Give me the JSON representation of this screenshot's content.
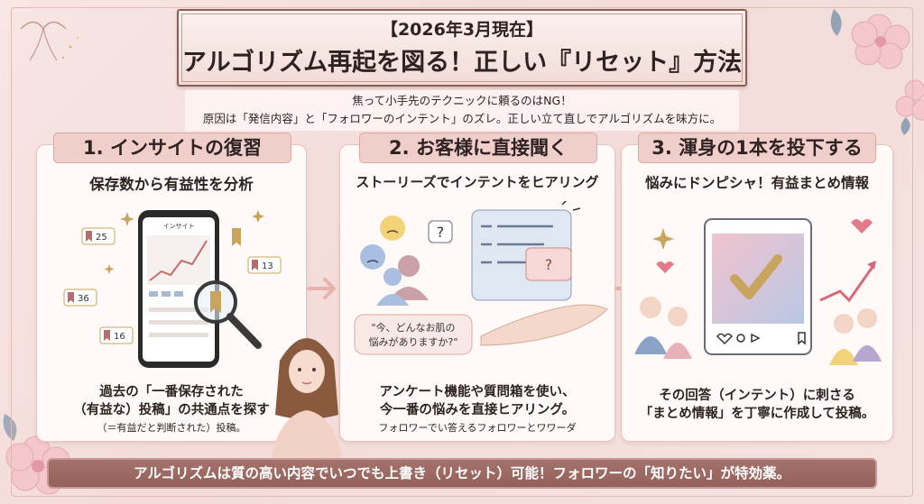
{
  "header": {
    "date": "【2026年3月現在】",
    "title": "アルゴリズム再起を図る！正しい『リセット』方法"
  },
  "intro": {
    "line1": "焦って小手先のテクニックに頼るのはNG！",
    "line2": "原因は「発信内容」と「フォロワーのインテント」のズレ。正しい立て直しでアルゴリズムを味方に。"
  },
  "steps": [
    {
      "heading": "1. インサイトの復習",
      "subheading": "保存数から有益性を分析",
      "phone_title": "インサイト",
      "bookmark_counts": [
        "25",
        "36",
        "16",
        "13"
      ],
      "body_line1": "過去の「一番保存された",
      "body_line2": "（有益な）投稿」の共通点を探す",
      "note": "（＝有益だと判断された）投稿。"
    },
    {
      "heading": "2. お客様に直接聞く",
      "subheading": "ストーリーズでインテントをヒアリング",
      "speech_line1": "\"今、どんなお肌の",
      "speech_line2": "悩みがありますか?\"",
      "body_line1": "アンケート機能や質問箱を使い、",
      "body_line2": "今一番の悩みを直接ヒアリング。",
      "note": "フォロワーでい答えるフォロワーとワワーダ"
    },
    {
      "heading": "3. 渾身の1本を投下する",
      "subheading": "悩みにドンピシャ！有益まとめ情報",
      "body_line1": "その回答（インテント）に刺さる",
      "body_line2": "「まとめ情報」を丁寧に作成して投稿。"
    }
  ],
  "footer": {
    "message": "アルゴリズムは質の高い内容でいつでも上書き（リセット）可能！フォロワーの「知りたい」が特効薬。"
  },
  "colors": {
    "background": "#f5e2df",
    "accent": "#a4726c",
    "card_head": "#f0cfca",
    "gold": "#c9a45c"
  }
}
